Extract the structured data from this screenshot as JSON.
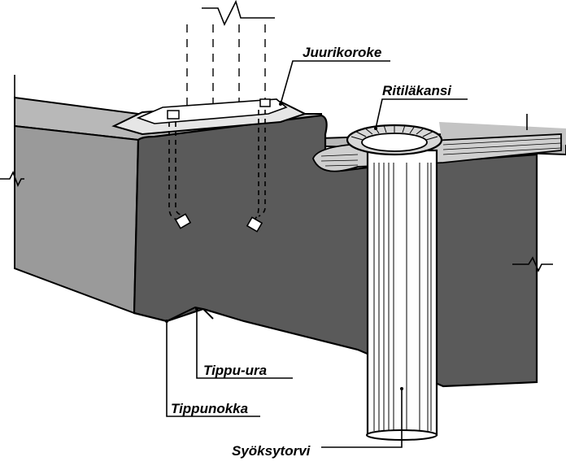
{
  "labels": {
    "juurikoroke": "Juurikoroke",
    "ritilakansi": "Ritiläkansi",
    "tippu_ura": "Tippu-ura",
    "tippunokka": "Tippunokka",
    "syoksytorvi": "Syöksytorvi"
  },
  "colors": {
    "deck_dark": "#5a5a5a",
    "deck_mid": "#8a8a8a",
    "deck_light": "#b8b8b8",
    "ink": "#000000",
    "paper": "#ffffff"
  }
}
